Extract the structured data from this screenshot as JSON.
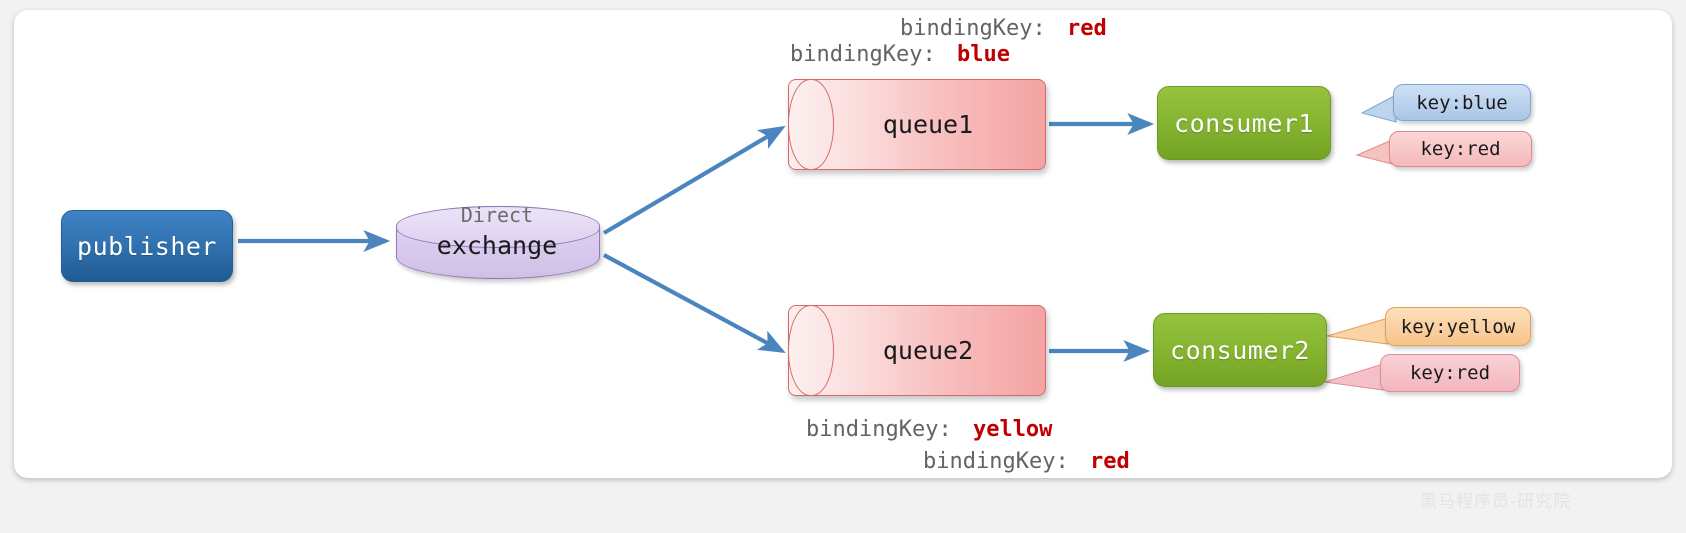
{
  "diagram": {
    "title": "RabbitMQ Direct Exchange routing diagram",
    "publisher": {
      "label": "publisher"
    },
    "exchange": {
      "type_label": "Direct",
      "label": "exchange"
    },
    "queues": [
      {
        "label": "queue1"
      },
      {
        "label": "queue2"
      }
    ],
    "consumers": [
      {
        "label": "consumer1"
      },
      {
        "label": "consumer2"
      }
    ],
    "binding_keys": [
      {
        "prefix": "bindingKey:",
        "value": "red",
        "target": "queue1",
        "position": "top-upper"
      },
      {
        "prefix": "bindingKey:",
        "value": "blue",
        "target": "queue1",
        "position": "top-lower"
      },
      {
        "prefix": "bindingKey:",
        "value": "yellow",
        "target": "queue2",
        "position": "bottom-upper"
      },
      {
        "prefix": "bindingKey:",
        "value": "red",
        "target": "queue2",
        "position": "bottom-lower"
      }
    ],
    "callouts": [
      {
        "label": "key:blue",
        "owner": "consumer1",
        "color": "#a9c6e8"
      },
      {
        "label": "key:red",
        "owner": "consumer1",
        "color": "#f5b9b9"
      },
      {
        "label": "key:yellow",
        "owner": "consumer2",
        "color": "#f8c489"
      },
      {
        "label": "key:red",
        "owner": "consumer2",
        "color": "#f3b6be"
      }
    ],
    "watermark": "黑马程序员-研究院",
    "colors": {
      "publisher": "#2f6fad",
      "exchange": "#d8cbef",
      "queue": "#f4a3a3",
      "consumer": "#86b634",
      "arrow": "#4a86bd",
      "key_value_text": "#c00000",
      "binding_text": "#636363",
      "canvas": "#f2f2f2",
      "card": "#ffffff"
    }
  }
}
